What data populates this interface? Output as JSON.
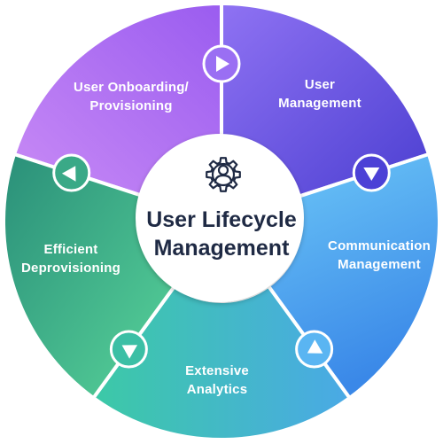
{
  "diagram": {
    "center": {
      "icon": "user-gear-icon",
      "title_line1": "User Lifecycle",
      "title_line2": "Management"
    },
    "segments": [
      {
        "id": "onboarding",
        "line1": "User  Onboarding/",
        "line2": "Provisioning",
        "color_start": "#c084fc",
        "color_end": "#8b5cf6"
      },
      {
        "id": "user-management",
        "line1": "User",
        "line2": "Management",
        "color_start": "#8b5cf6",
        "color_end": "#4f46e5"
      },
      {
        "id": "communication",
        "line1": "Communication",
        "line2": "Management",
        "color_start": "#60b8f5",
        "color_end": "#3b82f6"
      },
      {
        "id": "analytics",
        "line1": "Extensive",
        "line2": "Analytics",
        "color_start": "#2dd4bf",
        "color_end": "#3ea0e0"
      },
      {
        "id": "deprovisioning",
        "line1": "Efficient",
        "line2": "Deprovisioning",
        "color_start": "#2f9e83",
        "color_end": "#4fcf9a"
      }
    ]
  }
}
